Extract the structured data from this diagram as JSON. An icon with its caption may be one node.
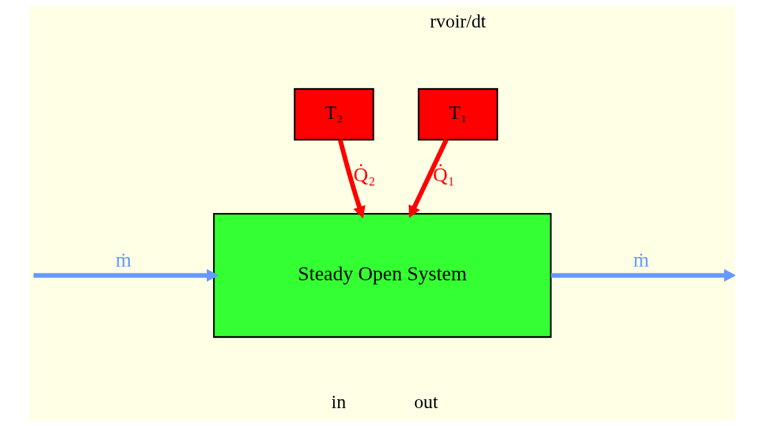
{
  "diagram": {
    "nodes": [
      {
        "text": [
          "T₁"
        ]
      },
      {
        "text": [
          "T₂"
        ]
      },
      {
        "text": [
          "Steady Open System"
        ]
      }
    ],
    "edges": [
      {
        "from": 0,
        "to": 2,
        "arrow": "to",
        "label": "Q̇₁",
        "color": "#ff0000"
      },
      {
        "from": 1,
        "to": 2,
        "arrow": "to",
        "label": "Q̇₂",
        "color": "#ff0000"
      },
      {
        "from": null,
        "to": 2,
        "arrow": "to",
        "label": "ṁ",
        "color": "#6699ff"
      },
      {
        "from": 2,
        "to": null,
        "arrow": "to",
        "label": "ṁ",
        "color": "#6699ff"
      }
    ],
    "labels": [
      "rvoir/dt",
      "in",
      "out"
    ]
  }
}
